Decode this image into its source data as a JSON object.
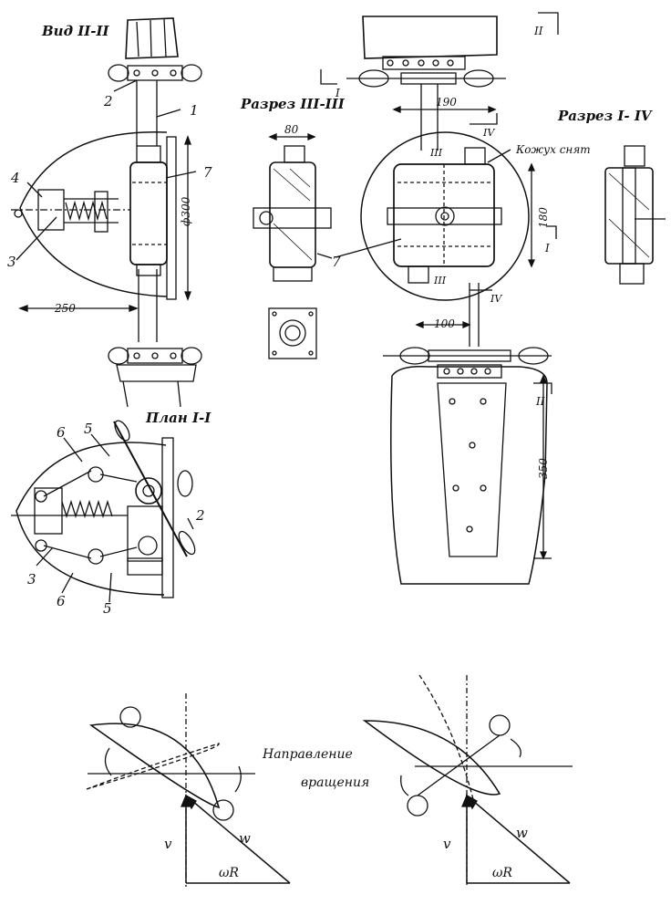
{
  "titles": {
    "view_2": "Вид II-II",
    "section_3": "Разрез III-III",
    "section_1_4": "Разрез I- IV",
    "plan_1": "План I-I",
    "cover_removed": "Кожух снят"
  },
  "dimensions": {
    "d80": "80",
    "d190": "190",
    "d180": "180",
    "d100": "100",
    "d350": "350",
    "d250": "250",
    "d300": "ф300"
  },
  "callouts": {
    "n1": "1",
    "n2a": "2",
    "n2b": "2",
    "n3a": "3",
    "n3b": "3",
    "n4": "4",
    "n5a": "5",
    "n5b": "5",
    "n6a": "6",
    "n6b": "6",
    "n7a": "7",
    "n7b": "7"
  },
  "section_marks": {
    "ii_top": "II",
    "ii_bottom": "II",
    "i_top": "I",
    "i_right": "I",
    "iv_top": "IV",
    "iv_bottom": "IV",
    "iii_top": "III",
    "iii_bottom": "III"
  },
  "velocity": {
    "direction_line1": "Направление",
    "direction_line2": "вращения",
    "v_left": "v",
    "w_left": "w",
    "wr_left": "ωR",
    "v_right": "v",
    "w_right": "w",
    "wr_right": "ωR"
  }
}
